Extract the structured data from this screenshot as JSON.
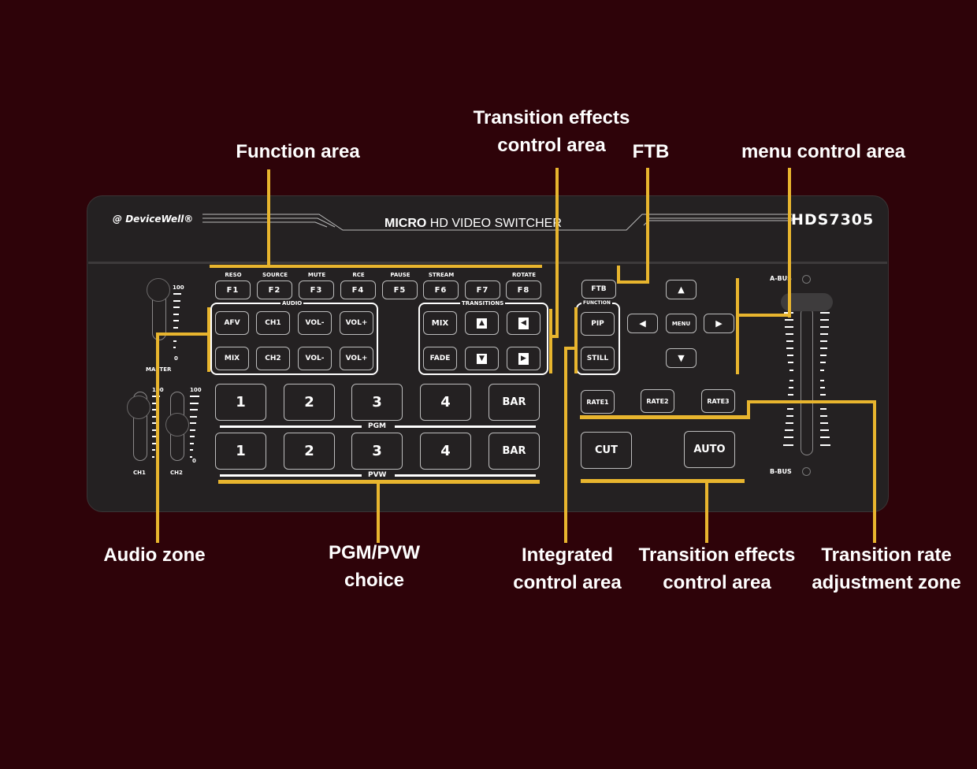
{
  "labels": {
    "function_area": "Function area",
    "transition_top_line1": "Transition effects",
    "transition_top_line2": "control area",
    "ftb": "FTB",
    "menu_control_area": "menu control area",
    "audio_zone": "Audio zone",
    "pgm_pvw_line1": "PGM/PVW",
    "pgm_pvw_line2": "choice",
    "integrated_line1": "Integrated",
    "integrated_line2": "control area",
    "transition_bottom_line1": "Transition effects",
    "transition_bottom_line2": "control area",
    "rate_line1": "Transition rate",
    "rate_line2": "adjustment zone"
  },
  "device": {
    "brand": "DeviceWell®",
    "title_bold": "MICRO",
    "title_rest": " HD VIDEO SWITCHER",
    "model": "HDS7305"
  },
  "function_keys": [
    {
      "label": "RESO",
      "key": "F1"
    },
    {
      "label": "SOURCE",
      "key": "F2"
    },
    {
      "label": "MUTE",
      "key": "F3"
    },
    {
      "label": "RCE",
      "key": "F4"
    },
    {
      "label": "PAUSE",
      "key": "F5"
    },
    {
      "label": "STREAM",
      "key": "F6"
    },
    {
      "label": "",
      "key": "F7"
    },
    {
      "label": "ROTATE",
      "key": "F8"
    }
  ],
  "audio": {
    "title": "AUDIO",
    "row1": [
      "AFV",
      "CH1",
      "VOL-",
      "VOL+"
    ],
    "row2": [
      "MIX",
      "CH2",
      "VOL-",
      "VOL+"
    ]
  },
  "transitions": {
    "title": "TRANSITIONS",
    "mix": "MIX",
    "fade": "FADE",
    "icons": [
      "wipe-up-icon",
      "wipe-left-icon",
      "wipe-down-icon",
      "wipe-right-icon"
    ]
  },
  "faders": {
    "master_label": "MASTER",
    "ch1_label": "CH1",
    "ch2_label": "CH2",
    "max": "100",
    "min": "0"
  },
  "pgm": {
    "label": "PGM",
    "buttons": [
      "1",
      "2",
      "3",
      "4",
      "BAR"
    ]
  },
  "pvw": {
    "label": "PVW",
    "buttons": [
      "1",
      "2",
      "3",
      "4",
      "BAR"
    ]
  },
  "ftb_button": "FTB",
  "function_group": {
    "title": "FUNCTION",
    "pip": "PIP",
    "still": "STILL"
  },
  "menu": {
    "menu": "MENU",
    "up": "▲",
    "down": "▼",
    "left": "◀",
    "right": "▶"
  },
  "rates": [
    "RATE1",
    "RATE2",
    "RATE3"
  ],
  "cut": "CUT",
  "auto": "AUTO",
  "tbar": {
    "a_bus": "A-BUS",
    "b_bus": "B-BUS"
  },
  "colors": {
    "background": "#2e0309",
    "device": "#242122",
    "accent": "#e8b52e"
  }
}
